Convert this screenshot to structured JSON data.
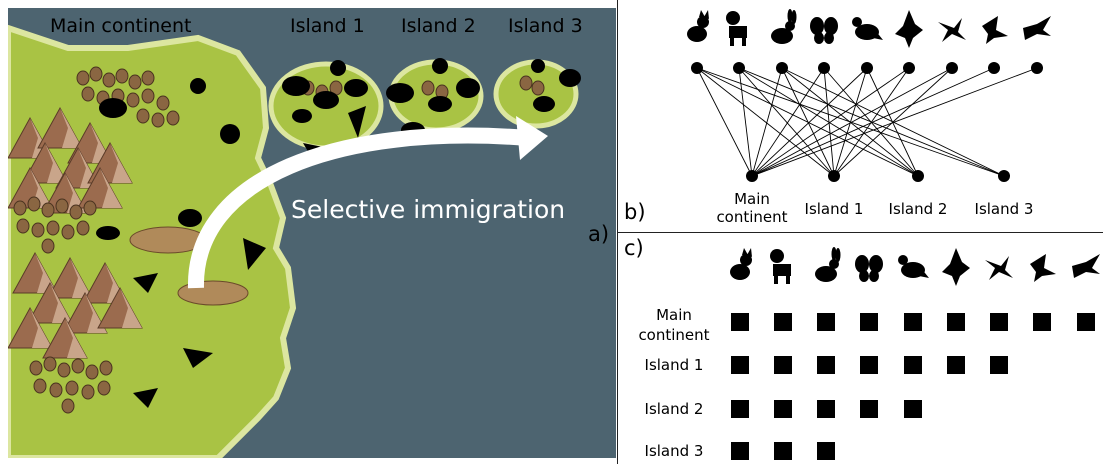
{
  "map": {
    "title_main": "Main continent",
    "islands": [
      "Island 1",
      "Island 2",
      "Island 3"
    ],
    "arrow_label": "Selective immigration",
    "colors": {
      "sea": "#4d6470",
      "land": "#a9c344",
      "land_border": "#d6e08a",
      "mountain": "#9b6b4e",
      "forest": "#7a5a3a",
      "silhouette": "#000000",
      "arrow": "#ffffff"
    }
  },
  "panel_labels": {
    "a": "a)",
    "b": "b)",
    "c": "c)"
  },
  "species": [
    "cat-icon",
    "dog-icon",
    "rabbit-icon",
    "butterfly-icon",
    "pigeon-icon",
    "eagle-icon",
    "swallow-icon",
    "duck-icon",
    "swift-icon"
  ],
  "locations": [
    {
      "label": "Main\ncontinent"
    },
    {
      "label": "Island 1"
    },
    {
      "label": "Island 2"
    },
    {
      "label": "Island 3"
    }
  ],
  "network_edges": [
    [
      0,
      0
    ],
    [
      0,
      1
    ],
    [
      0,
      2
    ],
    [
      0,
      3
    ],
    [
      0,
      4
    ],
    [
      0,
      5
    ],
    [
      0,
      6
    ],
    [
      0,
      7
    ],
    [
      0,
      8
    ],
    [
      1,
      0
    ],
    [
      1,
      1
    ],
    [
      1,
      2
    ],
    [
      1,
      3
    ],
    [
      1,
      4
    ],
    [
      1,
      5
    ],
    [
      1,
      6
    ],
    [
      2,
      0
    ],
    [
      2,
      1
    ],
    [
      2,
      2
    ],
    [
      2,
      3
    ],
    [
      2,
      4
    ],
    [
      3,
      0
    ],
    [
      3,
      1
    ],
    [
      3,
      2
    ]
  ],
  "matrix_rows": [
    {
      "label": "Main\ncontinent",
      "present": [
        1,
        1,
        1,
        1,
        1,
        1,
        1,
        1,
        1
      ]
    },
    {
      "label": "Island 1",
      "present": [
        1,
        1,
        1,
        1,
        1,
        1,
        1,
        0,
        0
      ]
    },
    {
      "label": "Island 2",
      "present": [
        1,
        1,
        1,
        1,
        1,
        0,
        0,
        0,
        0
      ]
    },
    {
      "label": "Island 3",
      "present": [
        1,
        1,
        1,
        0,
        0,
        0,
        0,
        0,
        0
      ]
    }
  ]
}
